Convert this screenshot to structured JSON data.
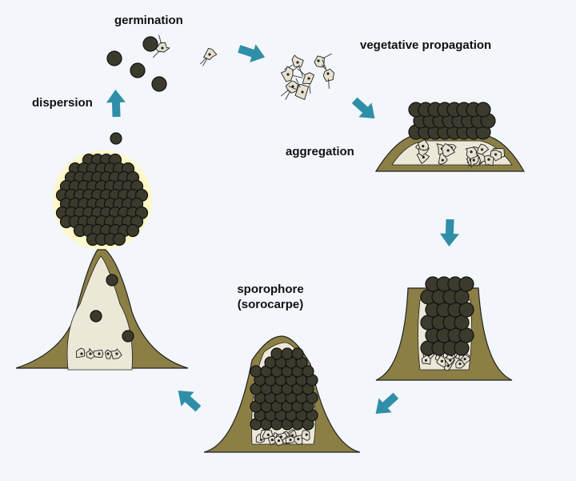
{
  "labels": {
    "germination": "germination",
    "vegetative": "vegetative propagation",
    "aggregation": "aggregation",
    "dispersion": "dispersion",
    "sporophore_line1": "sporophore",
    "sporophore_line2": "(sorocarpe)"
  },
  "colors": {
    "background": "#f3f6fb",
    "arrow": "#2f8fa8",
    "spore": "#3c3a2c",
    "stalk": "#8b7f45",
    "cell": "#e7e2d0",
    "glow": "#fff7c8"
  }
}
